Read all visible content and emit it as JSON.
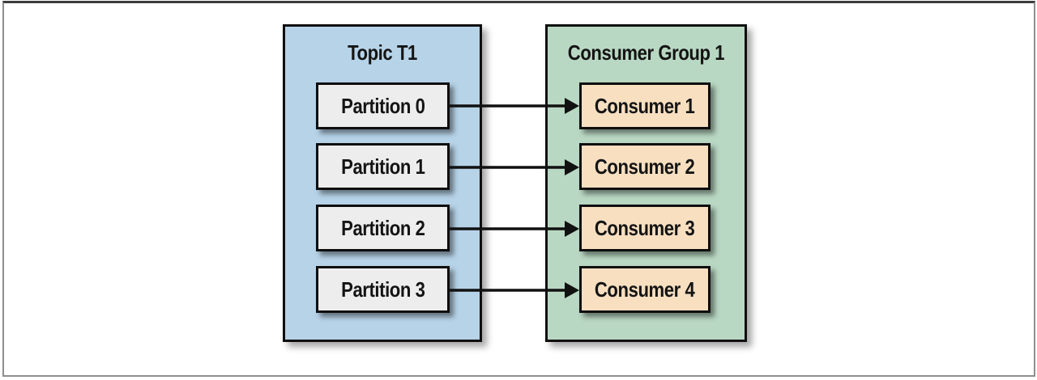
{
  "figure": {
    "topic_box": {
      "title": "Topic T1",
      "partitions": [
        "Partition 0",
        "Partition 1",
        "Partition 2",
        "Partition 3"
      ]
    },
    "consumer_group_box": {
      "title": "Consumer Group 1",
      "consumers": [
        "Consumer 1",
        "Consumer 2",
        "Consumer 3",
        "Consumer 4"
      ]
    },
    "mappings": [
      {
        "from": "Partition 0",
        "to": "Consumer 1"
      },
      {
        "from": "Partition 1",
        "to": "Consumer 2"
      },
      {
        "from": "Partition 2",
        "to": "Consumer 3"
      },
      {
        "from": "Partition 3",
        "to": "Consumer 4"
      }
    ],
    "colors": {
      "topic_box_bg": "#b7d3e8",
      "consumer_group_box_bg": "#b9d8c3",
      "partition_node_bg": "#ededed",
      "consumer_node_bg": "#f7dfc0",
      "node_border": "#0e0e0e",
      "arrow": "#111111",
      "outer_frame": "#8f8f8f"
    }
  }
}
